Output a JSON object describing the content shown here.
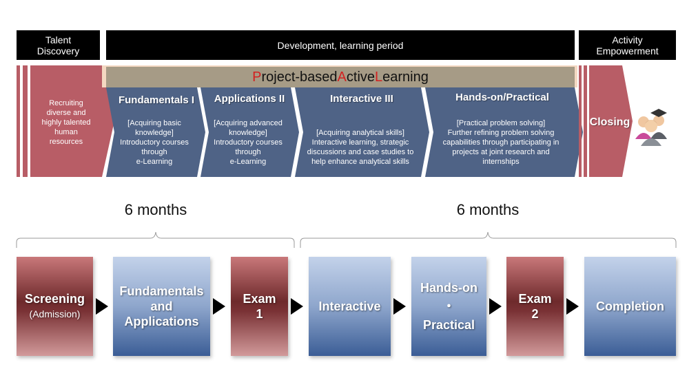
{
  "headers": {
    "talent_discovery": "Talent\nDiscovery",
    "development": "Development, learning period",
    "activity": "Activity\nEmpowerment"
  },
  "pal_banner": {
    "p1": "P",
    "p2": "roject-based ",
    "a1": "A",
    "a2": "ctive ",
    "l1": "L",
    "l2": "earning"
  },
  "recruit_text": "Recruiting\ndiverse and\nhighly talented\nhuman\nresources",
  "phases": [
    {
      "title": "Fundamentals I",
      "body": "[Acquiring basic\nknowledge]\nIntroductory courses\nthrough\ne-Learning"
    },
    {
      "title": "Applications II",
      "body": "[Acquiring advanced\nknowledge]\nIntroductory courses\nthrough\ne-Learning"
    },
    {
      "title": "Interactive III",
      "body": "[Acquiring analytical skills]\nInteractive learning, strategic\ndiscussions and case studies to\nhelp enhance analytical skills"
    },
    {
      "title": "Hands-on/Practical",
      "body": "[Practical problem solving]\nFurther refining problem solving\ncapabilities through participating in\nprojects at joint research and\ninternships"
    }
  ],
  "closing": "Closing",
  "months_left": "6 months",
  "months_right": "6 months",
  "steps": {
    "screening": "Screening",
    "screening_sub": "(Admission)",
    "fundamentals": "Fundamentals\nand\nApplications",
    "exam1": "Exam\n1",
    "interactive": "Interactive",
    "handson": "Hands-on\n・\nPractical",
    "exam2": "Exam\n2",
    "completion": "Completion"
  },
  "colors": {
    "red_phase": "#b85d66",
    "blue_phase": "#4f6386",
    "tan_banner": "#a69b86",
    "peach": "#f4d8c2"
  }
}
